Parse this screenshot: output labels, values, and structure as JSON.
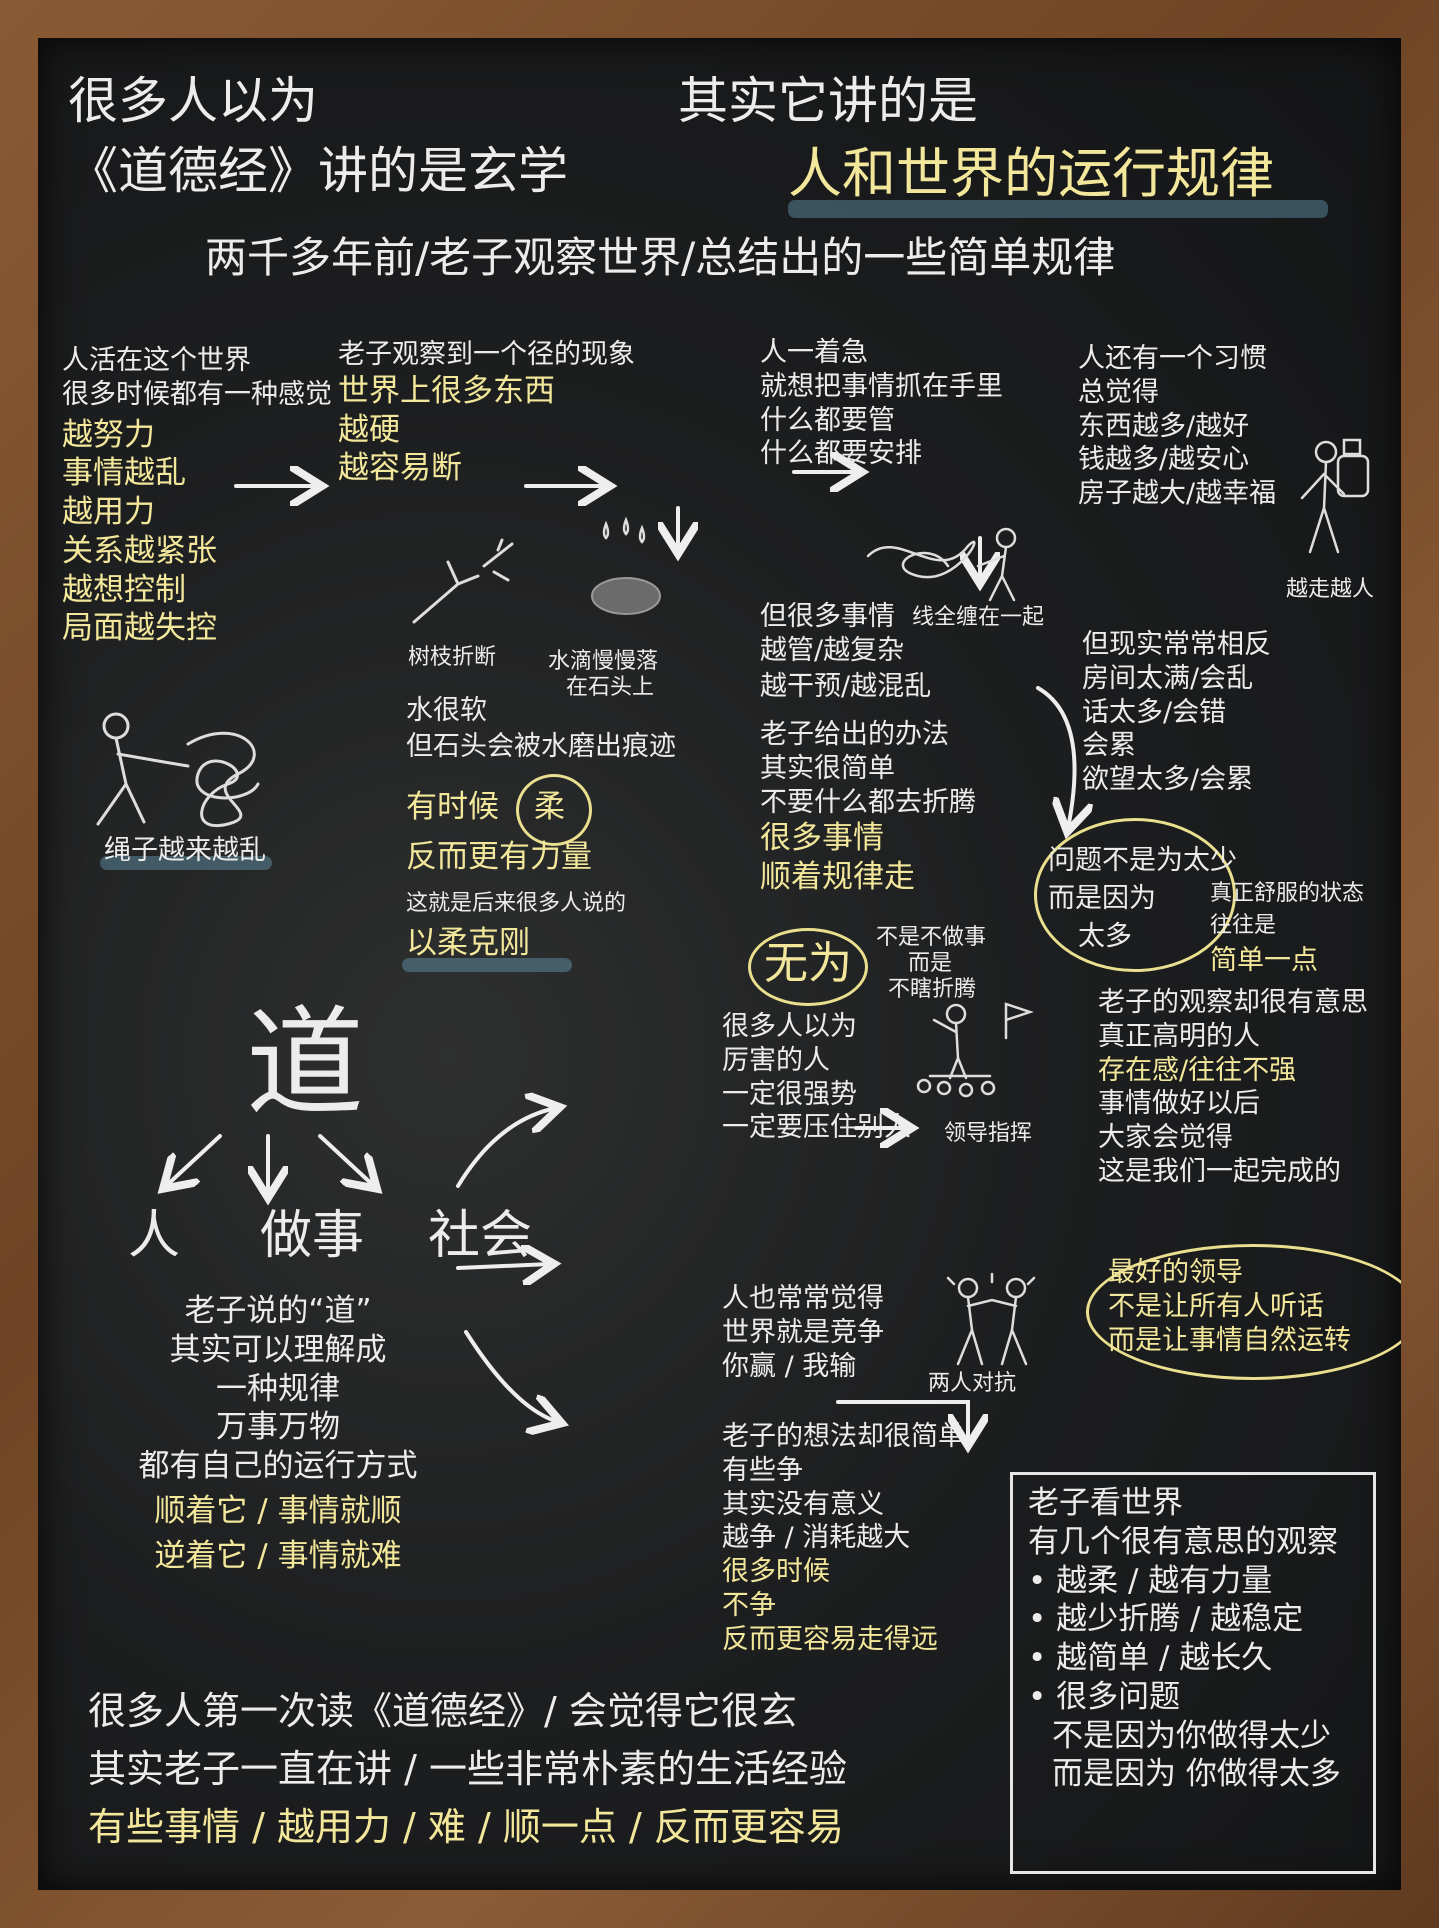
{
  "header": {
    "left_line1": "很多人以为",
    "left_line2": "《道德经》讲的是玄学",
    "right_line1": "其实它讲的是",
    "right_line2": "人和世界的运行规律",
    "subtitle": "两千多年前/老子观察世界/总结出的一些简单规律"
  },
  "p1": {
    "intro": [
      "人活在这个世界",
      "很多时候都有一种感觉"
    ],
    "list": [
      "越努力",
      "事情越乱",
      "越用力",
      "关系越紧张",
      "越想控制",
      "局面越失控"
    ],
    "caption": "绳子越来越乱"
  },
  "p2": {
    "intro": "老子观察到一个径的现象",
    "list": [
      "世界上很多东西",
      "越硬",
      "越容易断"
    ],
    "cap_branch": "树枝折断",
    "cap_water": [
      "水滴慢慢落",
      "在石头上"
    ],
    "water": [
      "水很软",
      "但石头会被水磨出痕迹"
    ],
    "rou_pre": "有时候",
    "rou": "柔",
    "rou_post": "反而更有力量",
    "later": "这就是后来很多人说的",
    "phrase": "以柔克刚"
  },
  "p3": {
    "intro": [
      "人一着急",
      "就想把事情抓在手里",
      "什么都要管",
      "什么都要安排"
    ],
    "but_main": "但很多事情",
    "but_small": "线全缠在一起",
    "but_rest": [
      "越管/越复杂",
      "越干预/越混乱"
    ],
    "method": [
      "老子给出的办法",
      "其实很简单",
      "不要什么都去折腾"
    ],
    "follow": [
      "很多事情",
      "顺着规律走"
    ],
    "wuwei": "无为",
    "wuwei_note": [
      "不是不做事",
      "而是",
      "不瞎折腾"
    ]
  },
  "p4": {
    "intro": [
      "人还有一个习惯",
      "总觉得",
      "东西越多/越好",
      "钱越多/越安心",
      "房子越大/越幸福"
    ],
    "cap": "越走越人",
    "reality": [
      "但现实常常相反",
      "房间太满/会乱",
      "话太多/会错",
      "会累",
      "欲望太多/会累"
    ],
    "circle": [
      "问题不是为太少",
      "而是因为",
      "太多"
    ],
    "comfort": [
      "真正舒服的状态",
      "往往是",
      "简单一点"
    ]
  },
  "dao": {
    "char": "道",
    "branches": [
      "人",
      "做事",
      "社会"
    ],
    "explain": [
      "老子说的“道”",
      "其实可以理解成",
      "一种规律",
      "万事万物",
      "都有自己的运行方式"
    ],
    "follow": [
      "顺着它 / 事情就顺",
      "逆着它 / 事情就难"
    ]
  },
  "leader": {
    "left": [
      "很多人以为",
      "厉害的人",
      "一定很强势",
      "一定要压住别人"
    ],
    "cap": "领导指挥",
    "right": [
      "老子的观察却很有意思",
      "真正高明的人"
    ],
    "right_y": "存在感/往往不强",
    "right2": [
      "事情做好以后",
      "大家会觉得",
      "这是我们一起完成的"
    ],
    "best": [
      "最好的领导",
      "不是让所有人听话",
      "而是让事情自然运转"
    ]
  },
  "compete": {
    "lines": [
      "人也常常觉得",
      "世界就是竞争",
      "你赢 / 我输"
    ],
    "cap": "两人对抗"
  },
  "nocompete": {
    "lines": [
      "老子的想法却很简单",
      "有些争",
      "其实没有意义",
      "越争 / 消耗越大"
    ],
    "lines_y": [
      "很多时候",
      "不争",
      "反而更容易走得远"
    ]
  },
  "summary_box": {
    "title": [
      "老子看世界",
      "有几个很有意思的观察"
    ],
    "bullets": [
      "越柔 / 越有力量",
      "越少折腾 / 越稳定",
      "越简单 / 越长久",
      "很多问题"
    ],
    "tail": [
      "不是因为你做得太少",
      "而是因为 你做得太多"
    ]
  },
  "footer": {
    "line1": "很多人第一次读《道德经》/ 会觉得它很玄",
    "line2": "其实老子一直在讲 / 一些非常朴素的生活经验",
    "line3": "有些事情 / 越用力 / 难 / 顺一点 / 反而更容易"
  }
}
